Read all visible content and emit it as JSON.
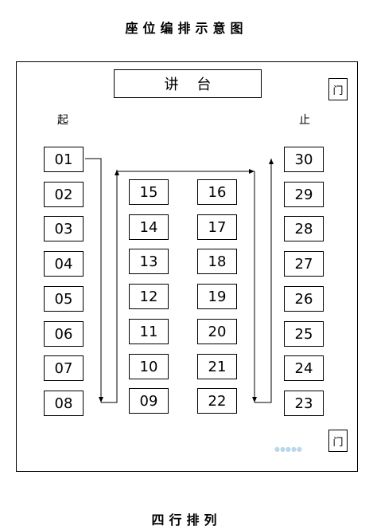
{
  "title": "座位编排示意图",
  "footer": "四行排列",
  "podium_label": "讲    台",
  "door_label": "门",
  "start_label": "起",
  "end_label": "止",
  "columns": [
    [
      "01",
      "02",
      "03",
      "04",
      "05",
      "06",
      "07",
      "08"
    ],
    [
      "15",
      "14",
      "13",
      "12",
      "11",
      "10",
      "09"
    ],
    [
      "16",
      "17",
      "18",
      "19",
      "20",
      "21",
      "22"
    ],
    [
      "30",
      "29",
      "28",
      "27",
      "26",
      "25",
      "24",
      "23"
    ]
  ]
}
